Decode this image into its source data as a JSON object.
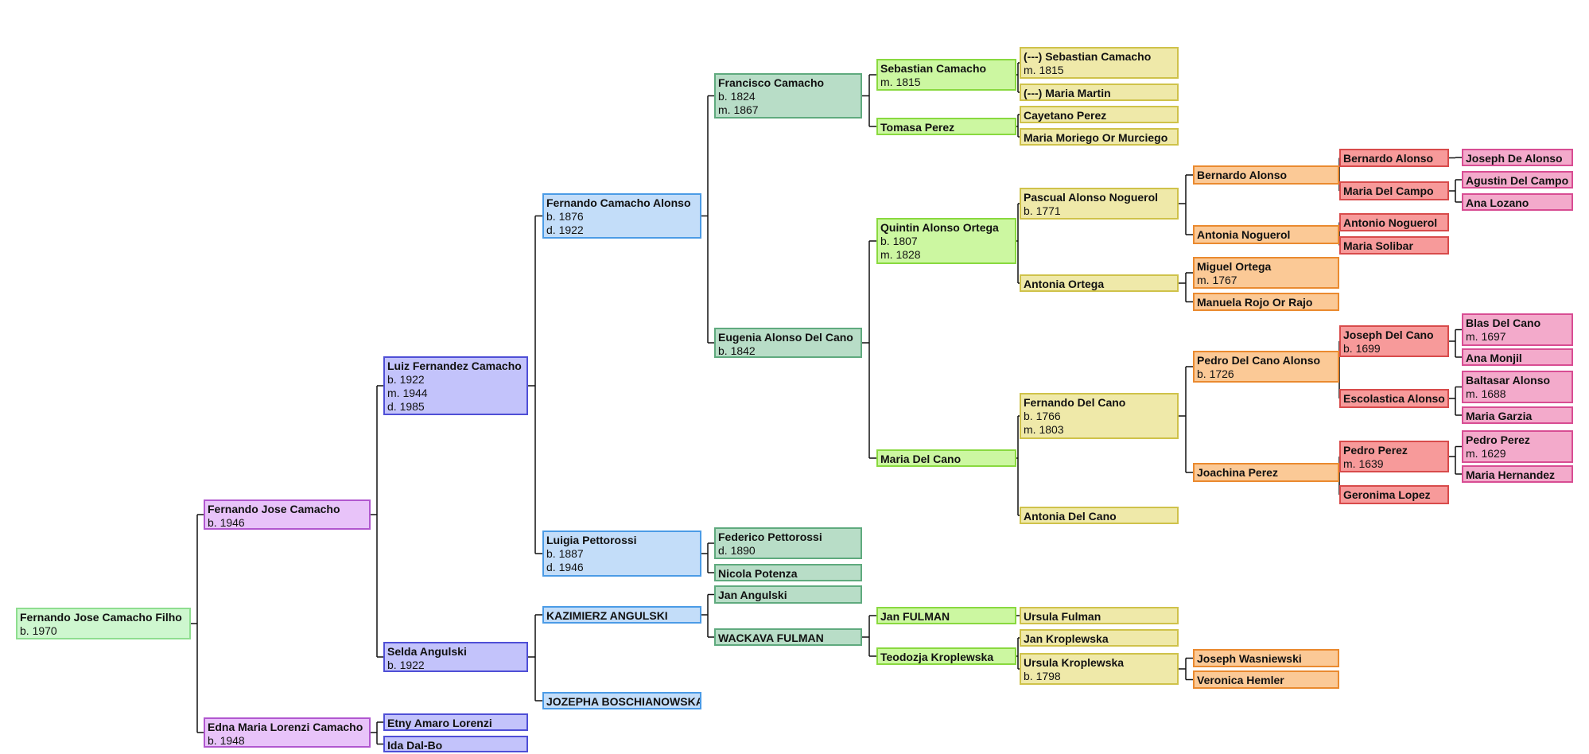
{
  "generation_colors": [
    {
      "fill": "#cef7cf",
      "border": "#8ede8f"
    },
    {
      "fill": "#e8c3f9",
      "border": "#b157cf"
    },
    {
      "fill": "#c3c3fb",
      "border": "#4f4fd6"
    },
    {
      "fill": "#c3ddf9",
      "border": "#4b9be6"
    },
    {
      "fill": "#b8ddc7",
      "border": "#5faa7e"
    },
    {
      "fill": "#ccf7a1",
      "border": "#89d93f"
    },
    {
      "fill": "#efe9a9",
      "border": "#cfc24a"
    },
    {
      "fill": "#fbc996",
      "border": "#ea8a2f"
    },
    {
      "fill": "#f79a9a",
      "border": "#d84b4b"
    },
    {
      "fill": "#f3aacb",
      "border": "#d84d93"
    }
  ],
  "connector_color": "#111111",
  "people": {
    "p1": {
      "name": "Fernando Jose Camacho Filho",
      "facts": [
        "b. 1970"
      ]
    },
    "p2": {
      "name": "Fernando Jose Camacho",
      "facts": [
        "b. 1946"
      ]
    },
    "p3": {
      "name": "Edna Maria Lorenzi Camacho",
      "facts": [
        "b. 1948"
      ]
    },
    "p4": {
      "name": "Luiz Fernandez Camacho",
      "facts": [
        "b. 1922",
        "m. 1944",
        "d. 1985"
      ]
    },
    "p5": {
      "name": "Selda Angulski",
      "facts": [
        "b. 1922"
      ]
    },
    "p6": {
      "name": "Etny Amaro Lorenzi",
      "facts": []
    },
    "p7": {
      "name": "Ida Dal-Bo",
      "facts": []
    },
    "p8": {
      "name": "Fernando Camacho Alonso",
      "facts": [
        "b. 1876",
        "d. 1922"
      ]
    },
    "p9": {
      "name": "Luigia Pettorossi",
      "facts": [
        "b. 1887",
        "d. 1946"
      ]
    },
    "p10": {
      "name": "KAZIMIERZ ANGULSKI",
      "facts": []
    },
    "p11": {
      "name": "JOZEPHA BOSCHIANOWSKA",
      "facts": []
    },
    "p16": {
      "name": "Francisco Camacho",
      "facts": [
        "b. 1824",
        "m. 1867"
      ]
    },
    "p17": {
      "name": "Eugenia Alonso  Del Cano",
      "facts": [
        "b. 1842"
      ]
    },
    "p18": {
      "name": "Federico Pettorossi",
      "facts": [
        "d. 1890"
      ]
    },
    "p19": {
      "name": "Nicola Potenza",
      "facts": []
    },
    "p20": {
      "name": "Jan Angulski",
      "facts": []
    },
    "p21": {
      "name": "WACKAVA FULMAN",
      "facts": []
    },
    "p32": {
      "name": "Sebastian Camacho",
      "facts": [
        "m. 1815"
      ]
    },
    "p33": {
      "name": "Tomasa Perez",
      "facts": []
    },
    "p34": {
      "name": "Quintin Alonso Ortega",
      "facts": [
        "b. 1807",
        "m. 1828"
      ]
    },
    "p35": {
      "name": "Maria Del Cano",
      "facts": []
    },
    "p42": {
      "name": "Jan FULMAN",
      "facts": []
    },
    "p43": {
      "name": "Teodozja Kroplewska",
      "facts": []
    },
    "p64": {
      "name": "(---) Sebastian Camacho",
      "facts": [
        "m. 1815"
      ]
    },
    "p65": {
      "name": "(---) Maria Martin",
      "facts": []
    },
    "p66": {
      "name": "Cayetano Perez",
      "facts": []
    },
    "p67": {
      "name": "Maria Moriego Or Murciego",
      "facts": []
    },
    "p68": {
      "name": "Pascual Alonso Noguerol",
      "facts": [
        "b. 1771"
      ]
    },
    "p69": {
      "name": "Antonia Ortega",
      "facts": []
    },
    "p70": {
      "name": "Fernando Del Cano",
      "facts": [
        "b. 1766",
        "m. 1803"
      ]
    },
    "p71": {
      "name": "Antonia Del Cano",
      "facts": []
    },
    "p85": {
      "name": "Ursula Fulman",
      "facts": []
    },
    "p86": {
      "name": "Jan Kroplewska",
      "facts": []
    },
    "p87": {
      "name": "Ursula Kroplewska",
      "facts": [
        "b. 1798"
      ]
    },
    "p136": {
      "name": "Bernardo Alonso",
      "facts": []
    },
    "p137": {
      "name": "Antonia Noguerol",
      "facts": []
    },
    "p138": {
      "name": "Miguel Ortega",
      "facts": [
        "m. 1767"
      ]
    },
    "p139": {
      "name": "Manuela Rojo Or Rajo",
      "facts": []
    },
    "p140": {
      "name": "Pedro Del Cano Alonso",
      "facts": [
        "b. 1726"
      ]
    },
    "p141": {
      "name": "Joachina Perez",
      "facts": []
    },
    "p174": {
      "name": "Joseph Wasniewski",
      "facts": []
    },
    "p175": {
      "name": "Veronica Hemler",
      "facts": []
    },
    "p272": {
      "name": "Bernardo Alonso",
      "facts": []
    },
    "p273": {
      "name": "Maria Del Campo",
      "facts": []
    },
    "p274": {
      "name": "Antonio Noguerol",
      "facts": []
    },
    "p275": {
      "name": "Maria Solibar",
      "facts": []
    },
    "p280": {
      "name": "Joseph Del Cano",
      "facts": [
        "b. 1699"
      ]
    },
    "p281": {
      "name": "Escolastica Alonso",
      "facts": []
    },
    "p282": {
      "name": "Pedro Perez",
      "facts": [
        "m. 1639"
      ]
    },
    "p283": {
      "name": "Geronima Lopez",
      "facts": []
    },
    "p545": {
      "name": "Joseph De Alonso",
      "facts": []
    },
    "p546": {
      "name": "Agustin Del Campo",
      "facts": []
    },
    "p547": {
      "name": "Ana Lozano",
      "facts": []
    },
    "p560": {
      "name": "Blas Del Cano",
      "facts": [
        "m. 1697"
      ]
    },
    "p561": {
      "name": "Ana Monjil",
      "facts": []
    },
    "p562": {
      "name": "Baltasar Alonso",
      "facts": [
        "m. 1688"
      ]
    },
    "p563": {
      "name": "Maria Garzia",
      "facts": []
    },
    "p564": {
      "name": "Pedro Perez",
      "facts": [
        "m. 1629"
      ]
    },
    "p565": {
      "name": "Maria Hernandez",
      "facts": []
    }
  }
}
